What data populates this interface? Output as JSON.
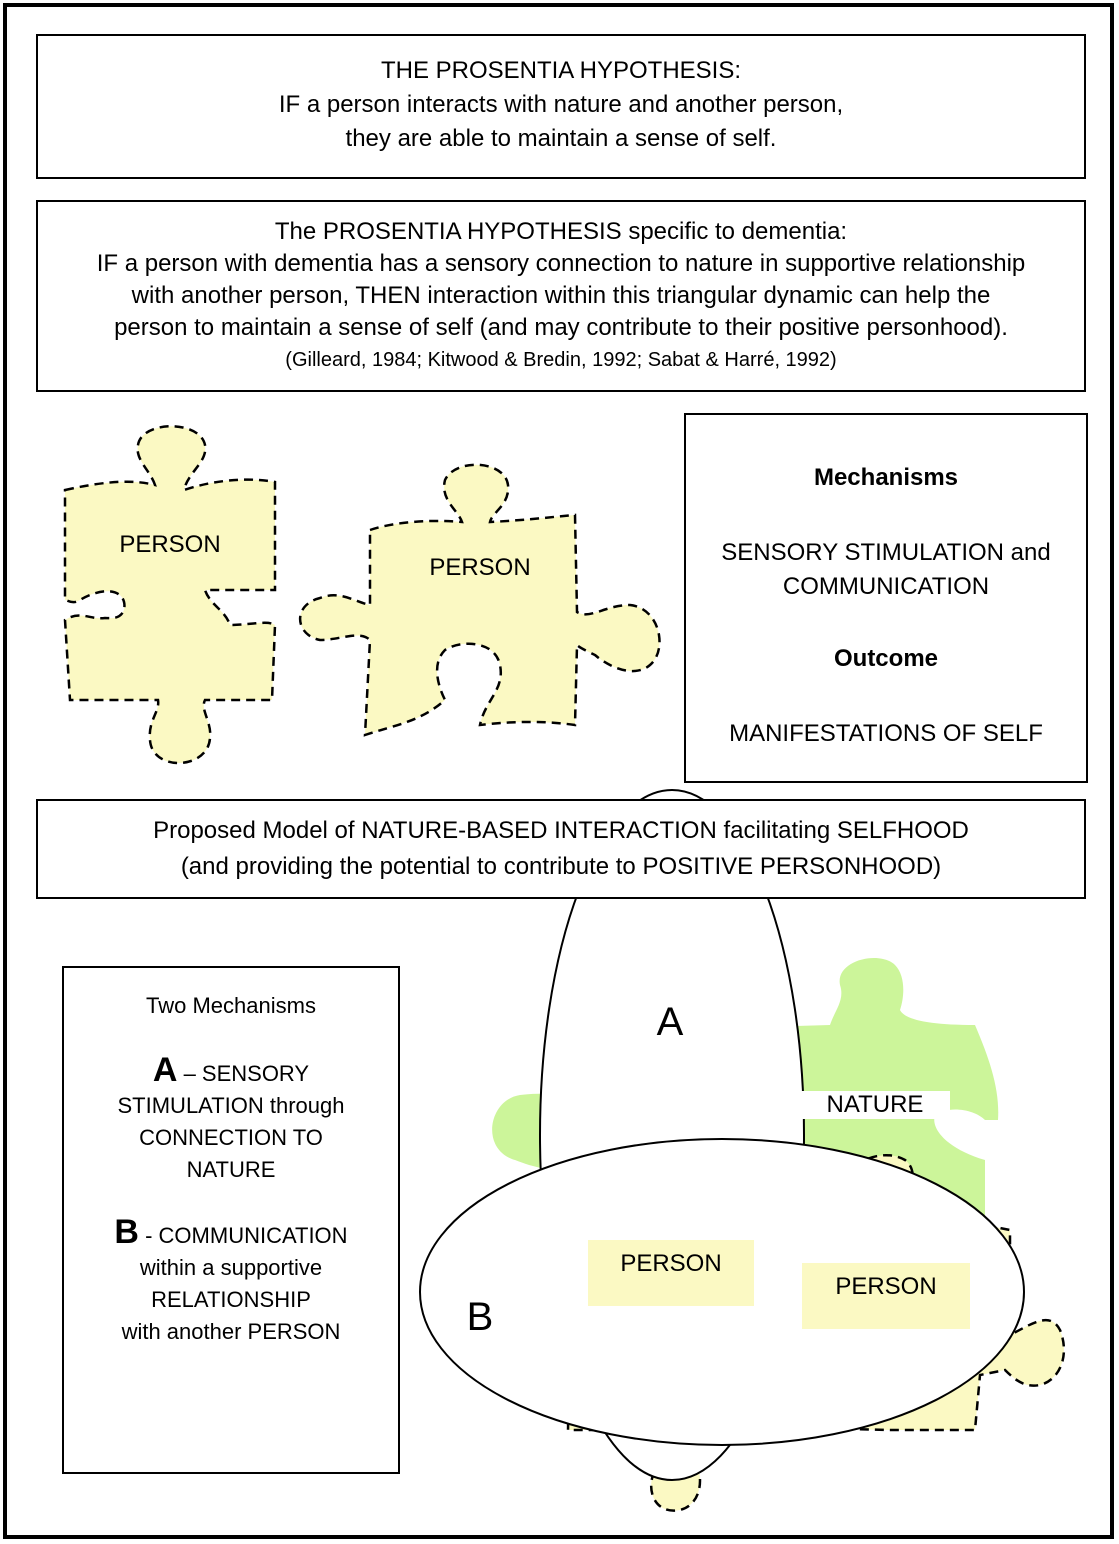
{
  "hypothesis": {
    "line1": "THE PROSENTIA HYPOTHESIS:",
    "line2": "IF a person interacts with nature and another person,",
    "line3": "they are able to maintain a sense of self."
  },
  "dementia_hypothesis": {
    "line1": "The PROSENTIA HYPOTHESIS specific to dementia:",
    "line2": "IF a person with dementia has a sensory connection to nature in supportive relationship",
    "line3": "with another person, THEN interaction within this triangular dynamic can help the",
    "line4": "person to maintain a sense of self (and may contribute to their positive personhood).",
    "citation": "(Gilleard, 1984; Kitwood & Bredin, 1992; Sabat & Harré, 1992)"
  },
  "puzzle_labels": {
    "left": "PERSON",
    "right": "PERSON"
  },
  "mechanisms_box": {
    "heading": "Mechanisms",
    "mech_line1": "SENSORY STIMULATION and",
    "mech_line2": "COMMUNICATION",
    "outcome_heading": "Outcome",
    "outcome": "MANIFESTATIONS OF SELF"
  },
  "model": {
    "line1": "Proposed Model of NATURE-BASED INTERACTION facilitating SELFHOOD",
    "line2": "(and providing the potential to contribute to POSITIVE PERSONHOOD)"
  },
  "two_mechanisms": {
    "title": "Two Mechanisms",
    "a_letter": "A",
    "a_text1": " – SENSORY",
    "a_text2": "STIMULATION through",
    "a_text3": "CONNECTION TO",
    "a_text4": "NATURE",
    "b_letter": "B",
    "b_text1": " - COMMUNICATION",
    "b_text2": "within a supportive",
    "b_text3": "RELATIONSHIP",
    "b_text4": "with another PERSON"
  },
  "diagram": {
    "ellipse_a_label": "A",
    "ellipse_b_label": "B",
    "nature_label": "NATURE",
    "person1_label": "PERSON",
    "person2_label": "PERSON"
  },
  "colors": {
    "person_fill": "#fbf9c3",
    "nature_fill": "#ccf59a"
  }
}
